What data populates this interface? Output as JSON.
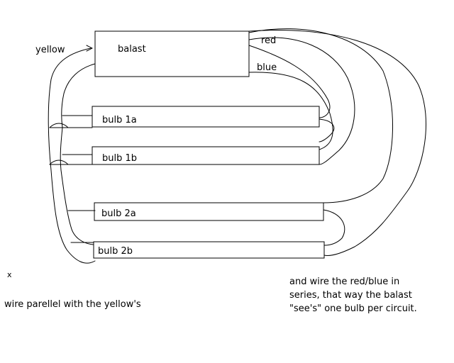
{
  "labels": {
    "yellow": "yellow",
    "red": "red",
    "blue": "blue"
  },
  "components": {
    "ballast": "balast",
    "bulb_1a": "bulb 1a",
    "bulb_1b": "bulb 1b",
    "bulb_2a": "bulb 2a",
    "bulb_2b": "bulb 2b"
  },
  "notes": {
    "mark": "x",
    "parallel": "wire parellel with the yellow's",
    "series": "and wire the red/blue in series, that way the balast \"see's\" one bulb per circuit."
  }
}
